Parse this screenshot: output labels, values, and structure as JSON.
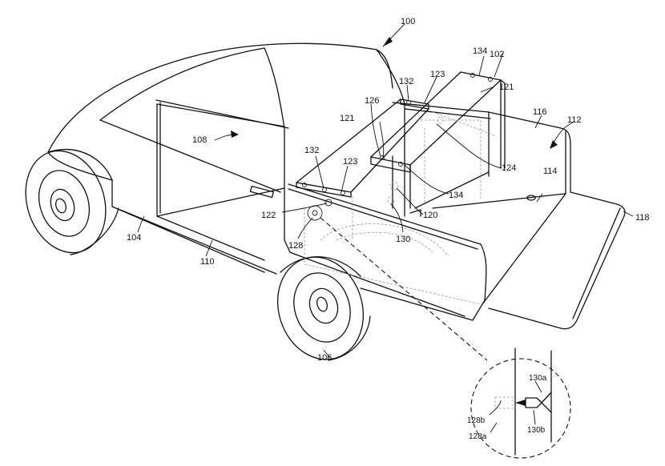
{
  "figure": {
    "description": "Patent drawing: pickup truck with bed-mounted rack assembly and detail inset",
    "colors": {
      "line": "#111111",
      "background": "#ffffff",
      "hidden_line": "#999999"
    }
  },
  "labels": {
    "l100": "100",
    "l102": "102",
    "l104": "104",
    "l106": "106",
    "l108": "108",
    "l110": "110",
    "l112": "112",
    "l114": "114",
    "l116": "116",
    "l118": "118",
    "l120": "120",
    "l121a": "121",
    "l121b": "121",
    "l122": "122",
    "l123a": "123",
    "l123b": "123",
    "l124": "124",
    "l126": "126",
    "l128": "128",
    "l130": "130",
    "l132a": "132",
    "l132b": "132",
    "l134a": "134",
    "l134b": "134",
    "l128a": "128a",
    "l128b": "128b",
    "l130a": "130a",
    "l130b": "130b"
  }
}
